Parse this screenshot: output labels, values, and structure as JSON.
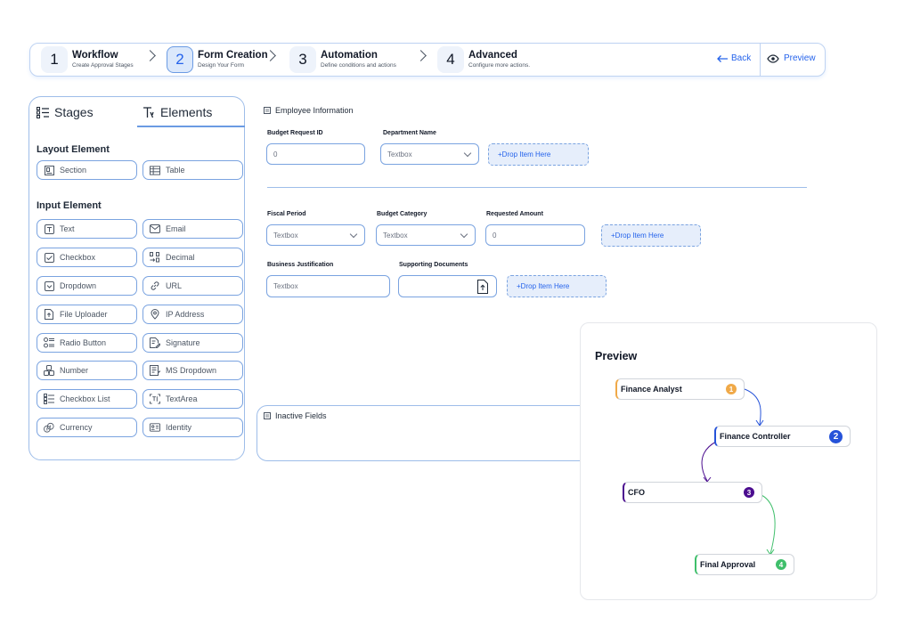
{
  "stepper": {
    "steps": [
      {
        "num": "1",
        "title": "Workflow",
        "subtitle": "Create Approval Stages"
      },
      {
        "num": "2",
        "title": "Form Creation",
        "subtitle": "Design Your Form"
      },
      {
        "num": "3",
        "title": "Automation",
        "subtitle": "Define conditions and actions"
      },
      {
        "num": "4",
        "title": "Advanced",
        "subtitle": "Configure more actions."
      }
    ],
    "active_step": 2,
    "back_label": "Back",
    "preview_label": "Preview"
  },
  "left_panel": {
    "tabs": [
      {
        "label": "Stages",
        "icon": "stages-icon"
      },
      {
        "label": "Elements",
        "icon": "elements-icon"
      }
    ],
    "active_tab": "Elements",
    "layout_heading": "Layout Element",
    "layout_items": [
      {
        "label": "Section",
        "icon": "section-icon"
      },
      {
        "label": "Table",
        "icon": "table-icon"
      }
    ],
    "input_heading": "Input Element",
    "input_items": [
      {
        "label": "Text",
        "icon": "text-icon"
      },
      {
        "label": "Email",
        "icon": "email-icon"
      },
      {
        "label": "Checkbox",
        "icon": "checkbox-icon"
      },
      {
        "label": "Decimal",
        "icon": "decimal-icon"
      },
      {
        "label": "Dropdown",
        "icon": "dropdown-icon"
      },
      {
        "label": "URL",
        "icon": "url-icon"
      },
      {
        "label": "File Uploader",
        "icon": "file-uploader-icon"
      },
      {
        "label": "IP Address",
        "icon": "ip-address-icon"
      },
      {
        "label": "Radio Button",
        "icon": "radio-button-icon"
      },
      {
        "label": "Signature",
        "icon": "signature-icon"
      },
      {
        "label": "Number",
        "icon": "number-icon"
      },
      {
        "label": "MS Dropdown",
        "icon": "ms-dropdown-icon"
      },
      {
        "label": "Checkbox List",
        "icon": "checkbox-list-icon"
      },
      {
        "label": "TextArea",
        "icon": "textarea-icon"
      },
      {
        "label": "Currency",
        "icon": "currency-icon"
      },
      {
        "label": "Identity",
        "icon": "identity-icon"
      }
    ]
  },
  "form": {
    "section_title": "Employee Information",
    "row1": {
      "budget_request_id": {
        "label": "Budget Request ID",
        "value": "0"
      },
      "department_name": {
        "label": "Department Name",
        "value": "Textbox"
      },
      "drop": "+Drop Item Here"
    },
    "row2": {
      "fiscal_period": {
        "label": "Fiscal Period",
        "value": "Textbox"
      },
      "budget_category": {
        "label": "Budget Category",
        "value": "Textbox"
      },
      "requested_amount": {
        "label": "Requested Amount",
        "value": "0"
      },
      "drop": "+Drop Item Here"
    },
    "row3": {
      "business_justification": {
        "label": "Business Justification",
        "placeholder": "Textbox"
      },
      "supporting_documents": {
        "label": "Supporting Documents"
      },
      "drop": "+Drop Item Here"
    },
    "inactive_title": "Inactive Fields"
  },
  "preview": {
    "title": "Preview",
    "nodes": [
      {
        "label": "Finance Analyst",
        "badge": "1",
        "color": "#f0a948"
      },
      {
        "label": "Finance Controller",
        "badge": "2",
        "color": "#2653d9"
      },
      {
        "label": "CFO",
        "badge": "3",
        "color": "#4b0d8f"
      },
      {
        "label": "Final Approval",
        "badge": "4",
        "color": "#3fbf6b"
      }
    ]
  }
}
